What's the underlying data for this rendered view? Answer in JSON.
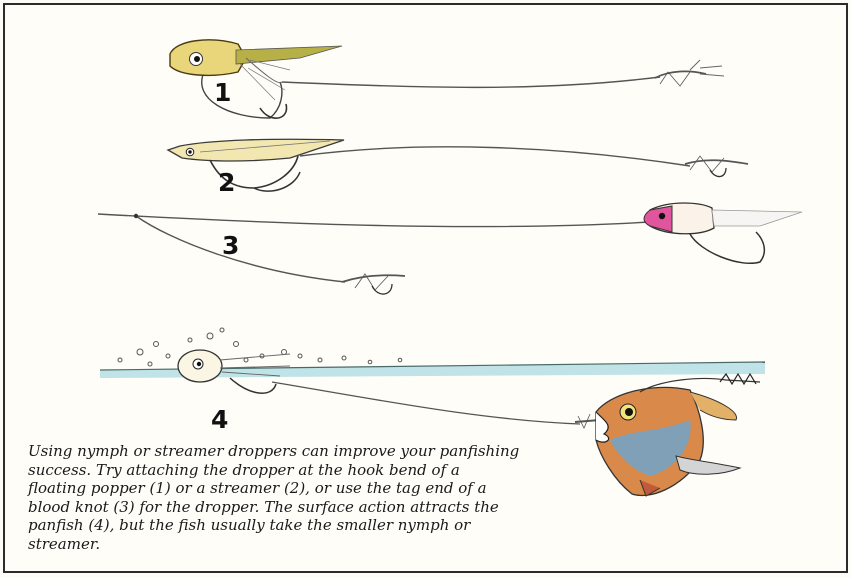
{
  "labels": {
    "rig1": "1",
    "rig2": "2",
    "rig3": "3",
    "rig4": "4"
  },
  "caption": "Using nymph or streamer droppers can improve your panfishing success. Try attaching the dropper at the hook bend of a floating popper (1) or a streamer (2), or use the tag end of a blood knot (3) for the dropper. The surface action attracts the panfish (4), but the fish usually take the smaller nymph or streamer.",
  "colors": {
    "border": "#2b2b2b",
    "popper_body": "#e9d67a",
    "popper_pink": "#e0559e",
    "water": "#bfe3e6",
    "fish_body": "#d98a4a",
    "fish_blue": "#6fa3c9"
  }
}
